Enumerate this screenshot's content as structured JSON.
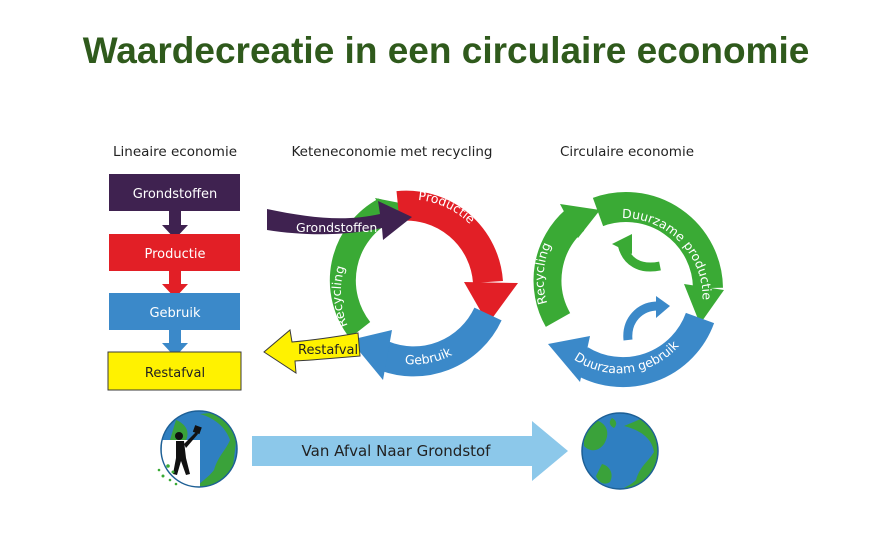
{
  "title": "Waardecreatie in een circulaire economie",
  "colors": {
    "title": "#2f5a1c",
    "purple": "#3f2250",
    "red": "#e21f26",
    "blue": "#3b89c9",
    "yellow": "#fff200",
    "green": "#3aaa35",
    "light_blue": "#8cc8ea"
  },
  "linear": {
    "label": "Lineaire economie",
    "steps": [
      "Grondstoffen",
      "Productie",
      "Gebruik",
      "Restafval"
    ]
  },
  "chain": {
    "label": "Keteneconomie met recycling",
    "input": "Grondstoffen",
    "productie": "Productie",
    "gebruik": "Gebruik",
    "recycling": "Recycling",
    "output": "Restafval"
  },
  "circular": {
    "label": "Circulaire economie",
    "productie": "Duurzame productie",
    "gebruik": "Duurzaam gebruik",
    "recycling": "Recycling"
  },
  "bottom": {
    "arrow_label": "Van Afval Naar Grondstof",
    "left_icon": "earth-with-waste-person-icon",
    "right_icon": "earth-icon"
  }
}
